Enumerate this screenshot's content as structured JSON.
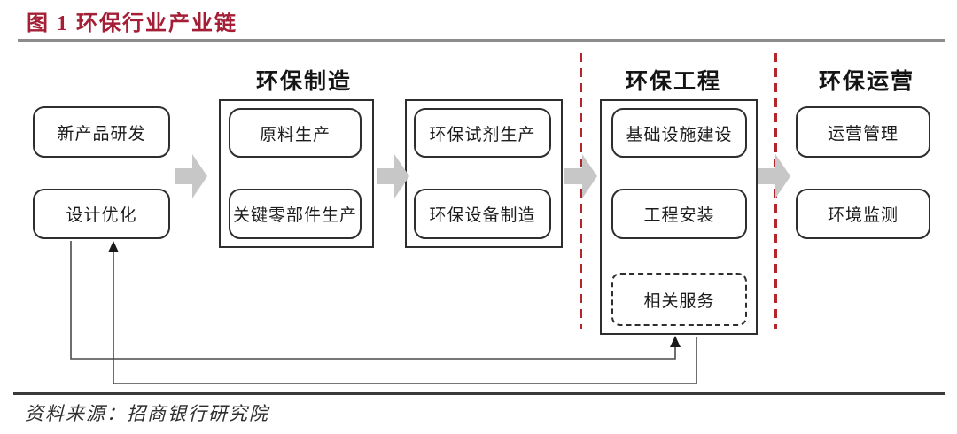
{
  "figure": {
    "title": "图 1 环保行业产业链",
    "source_note": "资料来源：招商银行研究院"
  },
  "headers": {
    "manufacturing": "环保制造",
    "engineering": "环保工程",
    "operation": "环保运营"
  },
  "nodes": {
    "new_product_rd": "新产品研发",
    "design_optimization": "设计优化",
    "raw_material_production": "原料生产",
    "key_components_production": "关键零部件生产",
    "reagent_production": "环保试剂生产",
    "equipment_manufacturing": "环保设备制造",
    "infrastructure_construction": "基础设施建设",
    "engineering_installation": "工程安装",
    "related_services": "相关服务",
    "operation_management": "运营管理",
    "environment_monitoring": "环境监测"
  },
  "colors": {
    "title_red": "#A41E35",
    "phase_divider_red": "#B2262C",
    "flow_arrow_gray": "#C7C7C7",
    "box_border": "#2E2E2E"
  }
}
